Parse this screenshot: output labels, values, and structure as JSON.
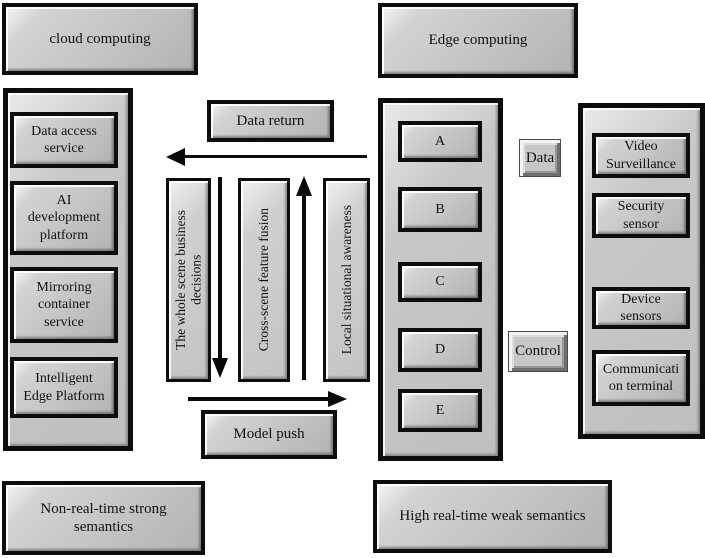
{
  "header": {
    "cloud": "cloud computing",
    "edge": "Edge computing"
  },
  "left_panel": {
    "items": [
      "Data access\nservice",
      "AI\ndevelopment\nplatform",
      "Mirroring\ncontainer\nservice",
      "Intelligent\nEdge Platform"
    ]
  },
  "flow": {
    "data_return": "Data return",
    "model_push": "Model push",
    "bars": [
      "The whole scene business\ndecisions",
      "Cross-scene feature fusion",
      "Local situational awareness"
    ]
  },
  "central_panel": {
    "nodes": [
      "A",
      "B",
      "C",
      "D",
      "E"
    ]
  },
  "links": {
    "data": "Data",
    "control": "Control"
  },
  "right_panel": {
    "items": [
      "Video\nSurveillance",
      "Security\nsensor",
      "Device\nsensors",
      "Communicati\non terminal"
    ]
  },
  "footer": {
    "left": "Non-real-time strong\nsemantics",
    "right": "High real-time weak semantics"
  },
  "colors": {
    "box_fill": "#c3c5c5",
    "frame": "#0d0d0d",
    "arrow": "#0a0a0a"
  }
}
